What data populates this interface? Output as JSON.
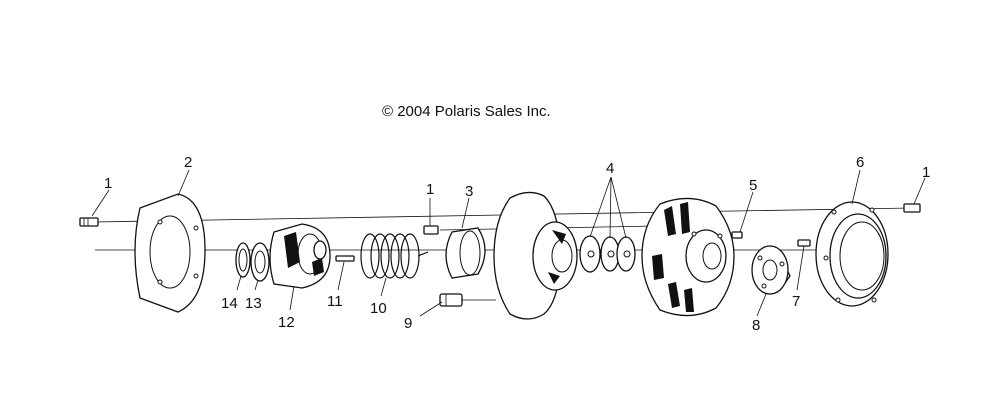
{
  "diagram": {
    "copyright": "© 2004 Polaris Sales Inc.",
    "callouts": [
      {
        "id": "c1a",
        "label": "1"
      },
      {
        "id": "c2",
        "label": "2"
      },
      {
        "id": "c14",
        "label": "14"
      },
      {
        "id": "c13",
        "label": "13"
      },
      {
        "id": "c12",
        "label": "12"
      },
      {
        "id": "c11",
        "label": "11"
      },
      {
        "id": "c1b",
        "label": "1"
      },
      {
        "id": "c10",
        "label": "10"
      },
      {
        "id": "c3",
        "label": "3"
      },
      {
        "id": "c9",
        "label": "9"
      },
      {
        "id": "c4",
        "label": "4"
      },
      {
        "id": "c5",
        "label": "5"
      },
      {
        "id": "c8",
        "label": "8"
      },
      {
        "id": "c7",
        "label": "7"
      },
      {
        "id": "c6",
        "label": "6"
      },
      {
        "id": "c1c",
        "label": "1"
      }
    ]
  }
}
